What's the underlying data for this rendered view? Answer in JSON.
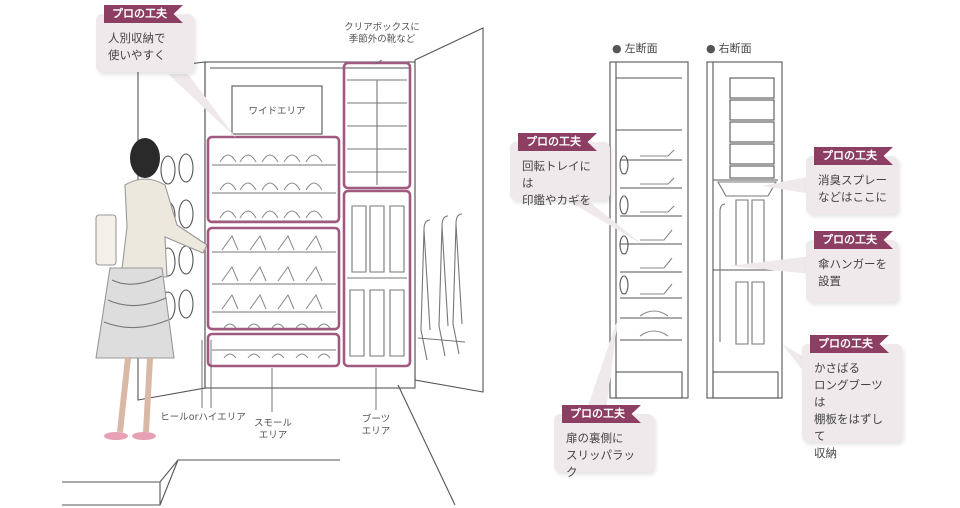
{
  "callouts": {
    "tag": "プロの工夫",
    "personal": "人別収納で\n使いやすく",
    "tray": "回転トレイには\n印鑑やカギを",
    "deodorant": "消臭スプレー\nなどはここに",
    "umbrella": "傘ハンガーを\n設置",
    "boots": "かさばる\nロングブーツは\n棚板をはずして\n収納",
    "slipper": "扉の裏側に\nスリッパラック"
  },
  "labels": {
    "wide": "ワイドエリア",
    "clearbox": "クリアボックスに\n季節外の靴など",
    "heel": "ヒールorハイエリア",
    "small": "スモール\nエリア",
    "boots_area": "ブーツ\nエリア"
  },
  "sections": {
    "left": "左断面",
    "right": "右断面"
  },
  "colors": {
    "accent": "#8c3e63",
    "callout_bg": "#efe9ec",
    "highlight": "#a05a80",
    "line": "#555555"
  }
}
